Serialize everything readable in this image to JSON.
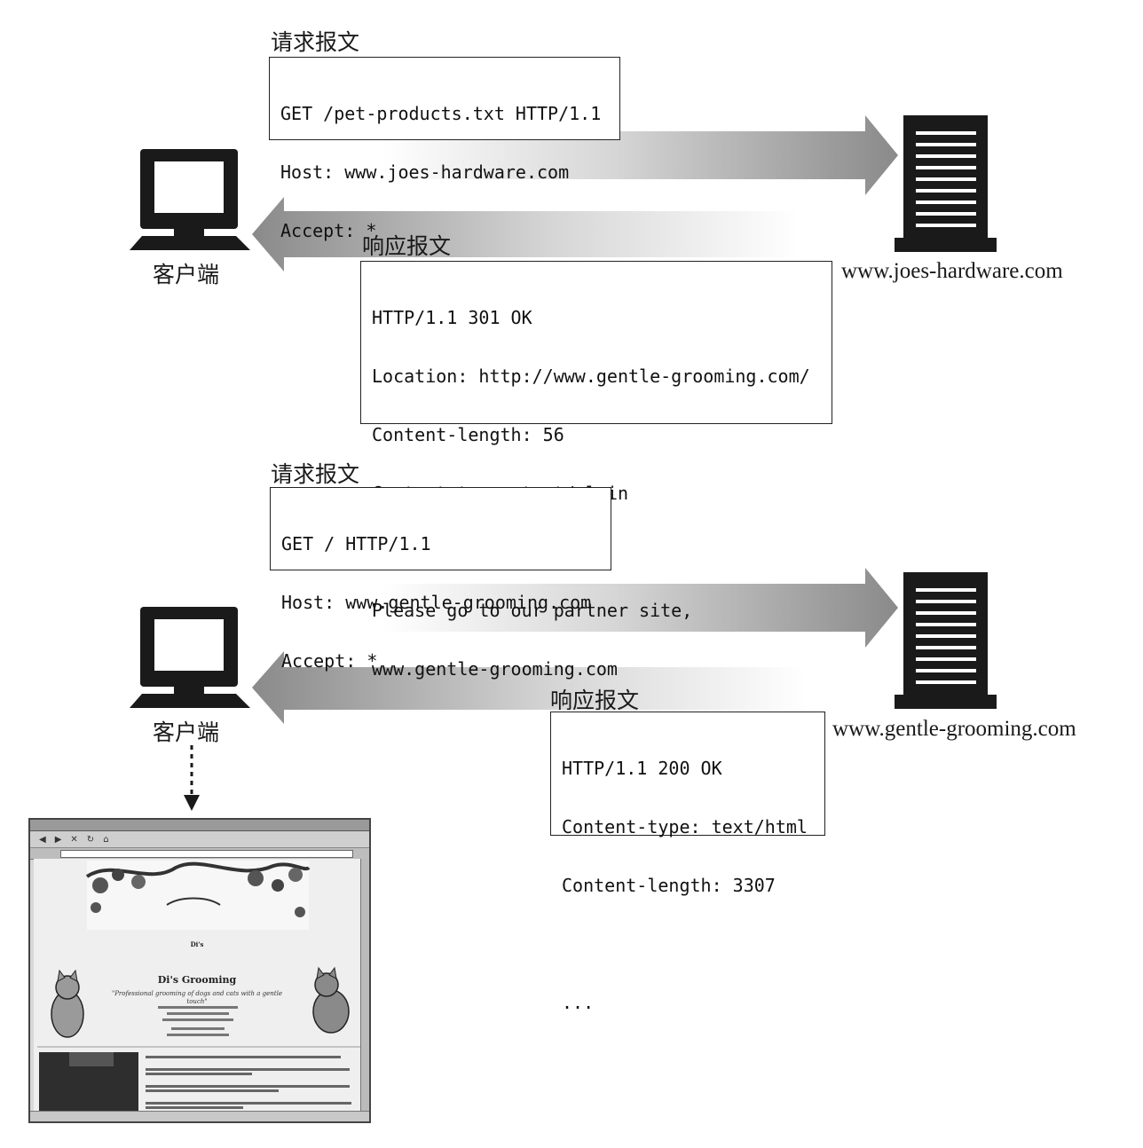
{
  "exchange1": {
    "request_title": "请求报文",
    "request_lines": [
      "GET /pet-products.txt HTTP/1.1",
      "Host: www.joes-hardware.com",
      "Accept: *"
    ],
    "response_title": "响应报文",
    "response_lines": [
      "HTTP/1.1 301 OK",
      "Location: http://www.gentle-grooming.com/",
      "Content-length: 56",
      "Content-type: text/plain",
      "",
      "Please go to our partner site,",
      "www.gentle-grooming.com"
    ],
    "client_label": "客户端",
    "server_label": "www.joes-hardware.com"
  },
  "exchange2": {
    "request_title": "请求报文",
    "request_lines": [
      "GET / HTTP/1.1",
      "Host: www.gentle-grooming.com",
      "Accept: *"
    ],
    "response_title": "响应报文",
    "response_lines": [
      "HTTP/1.1 200 OK",
      "Content-type: text/html",
      "Content-length: 3307",
      "",
      "..."
    ],
    "client_label": "客户端",
    "server_label": "www.gentle-grooming.com"
  },
  "browser": {
    "site_logo": "Di's",
    "site_title": "Di's Grooming",
    "site_tagline": "\"Professional grooming of dogs and cats with a gentle touch\""
  },
  "icons": [
    "computer-icon",
    "server-icon",
    "arrow-right-icon",
    "arrow-left-icon",
    "cat-icon"
  ]
}
